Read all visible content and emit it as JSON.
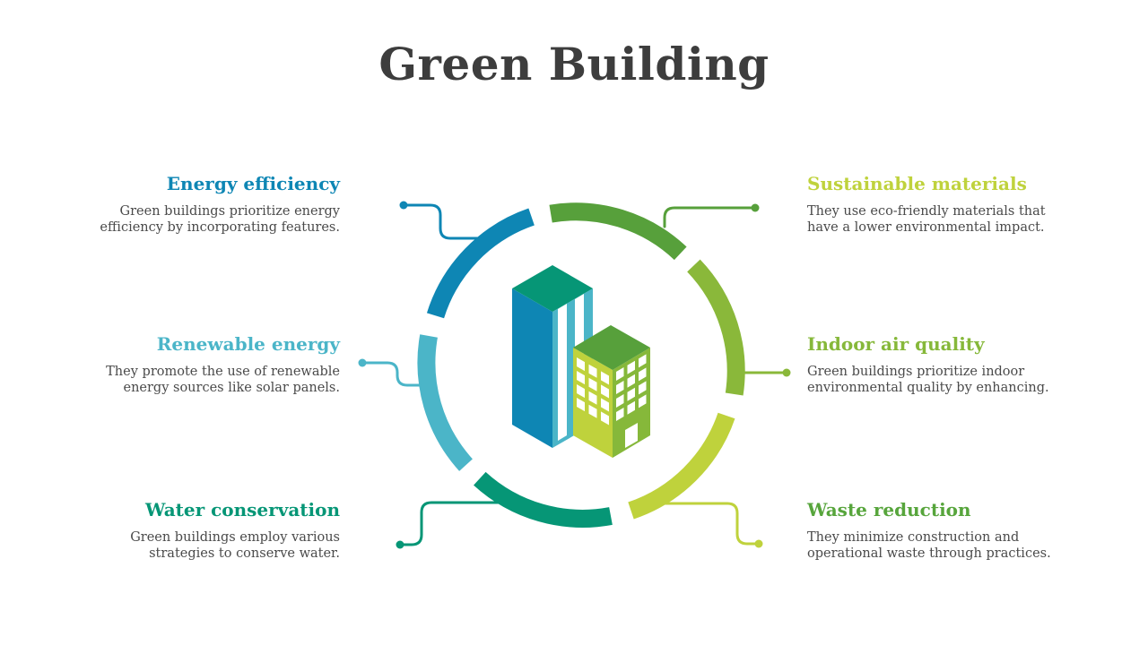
{
  "title": "Green Building",
  "items": [
    {
      "title": "Energy efficiency",
      "description": "Green buildings prioritize energy efficiency by incorporating features.",
      "color": "#0e86b4"
    },
    {
      "title": "Renewable energy",
      "description": "They promote the use of renewable energy sources like solar panels.",
      "color": "#4bb5c8"
    },
    {
      "title": "Water conservation",
      "description": "Green buildings employ various strategies to conserve water.",
      "color": "#069676"
    },
    {
      "title": "Sustainable materials",
      "description": "They use eco-friendly materials that have a lower environmental impact.",
      "color": "#bfd23c"
    },
    {
      "title": "Indoor air quality",
      "description": "Green buildings prioritize indoor environmental quality by enhancing.",
      "color": "#86b83a"
    },
    {
      "title": "Waste reduction",
      "description": "They minimize construction and operational waste through practices.",
      "color": "#57a53c"
    }
  ],
  "ring_colors": {
    "top_right": "#57a03b",
    "right": "#8ab83a",
    "bottom_right": "#bfd23c",
    "bottom_left": "#069676",
    "left": "#4bb5c8",
    "top_left": "#0e86b4"
  },
  "building_colors": {
    "tall_front": "#0e86b4",
    "tall_top": "#069676",
    "tall_side": "#4bb5c8",
    "small_front": "#bfd23c",
    "small_side": "#86b83a",
    "small_top": "#57a03b"
  }
}
